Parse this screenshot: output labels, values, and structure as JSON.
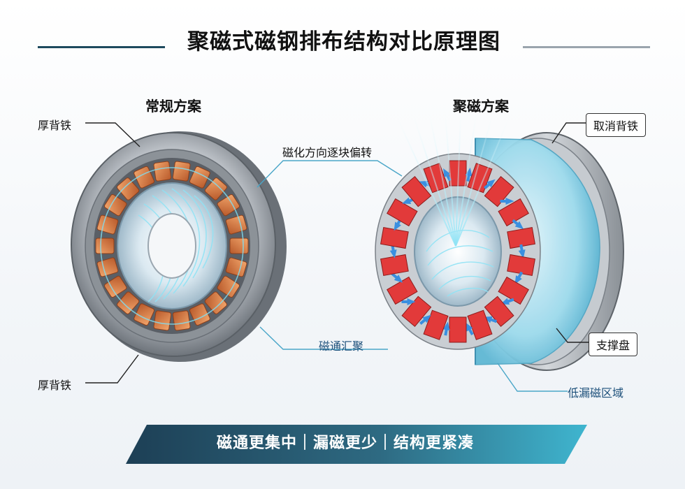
{
  "title": "聚磁式磁钢排布结构对比原理图",
  "left": {
    "heading": "常规方案",
    "label_top": "厚背铁",
    "label_bottom": "厚背铁"
  },
  "right": {
    "heading": "聚磁方案",
    "label_cancel": "取消背铁",
    "label_support": "支撑盘",
    "label_lowleak": "低漏磁区域"
  },
  "middle": {
    "label_rotate": "磁化方向逐块偏转",
    "label_converge": "磁通汇聚"
  },
  "banner": "磁通更集中｜漏磁更少｜结构更紧凑",
  "colors": {
    "dark_blue": "#1d4a5e",
    "copper": "#d9783a",
    "magnet_red": "#e23a3a",
    "flux_blue": "#3a8fe0",
    "cyan": "#66d6ee"
  }
}
